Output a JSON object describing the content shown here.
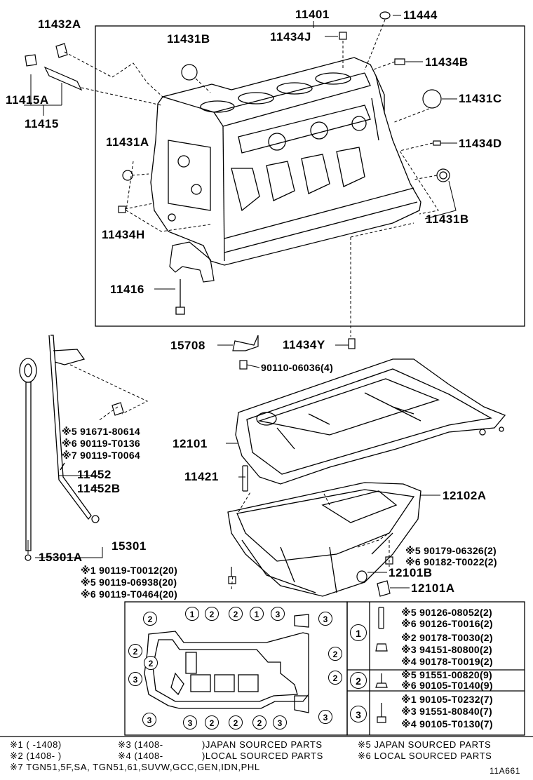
{
  "labels": {
    "p11401": "11401",
    "p11444": "11444",
    "p11432a": "11432A",
    "p11431b_top": "11431B",
    "p11434j": "11434J",
    "p11434b": "11434B",
    "p11415a": "11415A",
    "p11415": "11415",
    "p11431c": "11431C",
    "p11431a": "11431A",
    "p11434d": "11434D",
    "p11431b_right": "11431B",
    "p11434h": "11434H",
    "p11416": "11416",
    "p15708": "15708",
    "p11434y": "11434Y",
    "p90110": "90110-06036(4)",
    "p91671": "※5 91671-80614",
    "p90119_t0136": "※6 90119-T0136",
    "p90119_t0064": "※7 90119-T0064",
    "p12101": "12101",
    "p11452": "11452",
    "p11452b": "11452B",
    "p11421": "11421",
    "p12102a": "12102A",
    "p15301": "15301",
    "p15301a": "15301A",
    "p90179": "※5 90179-06326(2)",
    "p90182": "※6 90182-T0022(2)",
    "p12101b": "12101B",
    "p12101a": "12101A",
    "p90119_t0012": "※1 90119-T0012(20)",
    "p90119_06938": "※5 90119-06938(20)",
    "p90119_t0464": "※6 90119-T0464(20)"
  },
  "bolt_table": {
    "row1": [
      "※5 90126-08052(2)",
      "※6 90126-T0016(2)",
      "※2 90178-T0030(2)",
      "※3 94151-80800(2)",
      "※4 90178-T0019(2)"
    ],
    "row2": [
      "※5 91551-00820(9)",
      "※6 90105-T0140(9)"
    ],
    "row3": [
      "※1 90105-T0232(7)",
      "※3 91551-80840(7)",
      "※4 90105-T0130(7)"
    ]
  },
  "footnotes": {
    "n1": "※1 (      -1408)",
    "n2": "※2 (1408-      )",
    "n3": "※3 (1408-",
    "n4": "※4 (1408-",
    "japan": ")JAPAN SOURCED PARTS",
    "local": ")LOCAL SOURCED PARTS",
    "n5": "※5 JAPAN SOURCED PARTS",
    "n6": "※6 LOCAL SOURCED PARTS",
    "n7": "※7 TGN51,5F,SA, TGN51,61,SUVW,GCC,GEN,IDN,PHL"
  },
  "diagram_code": "11A661",
  "pan_markers": {
    "top": [
      "2",
      "1",
      "2",
      "2",
      "1",
      "3",
      "3"
    ],
    "left": [
      "2",
      "2",
      "3",
      "3"
    ],
    "right": [
      "2",
      "2"
    ],
    "bottom": [
      "3",
      "2",
      "2",
      "2",
      "3",
      "3"
    ]
  },
  "table_markers": [
    "1",
    "2",
    "3"
  ]
}
